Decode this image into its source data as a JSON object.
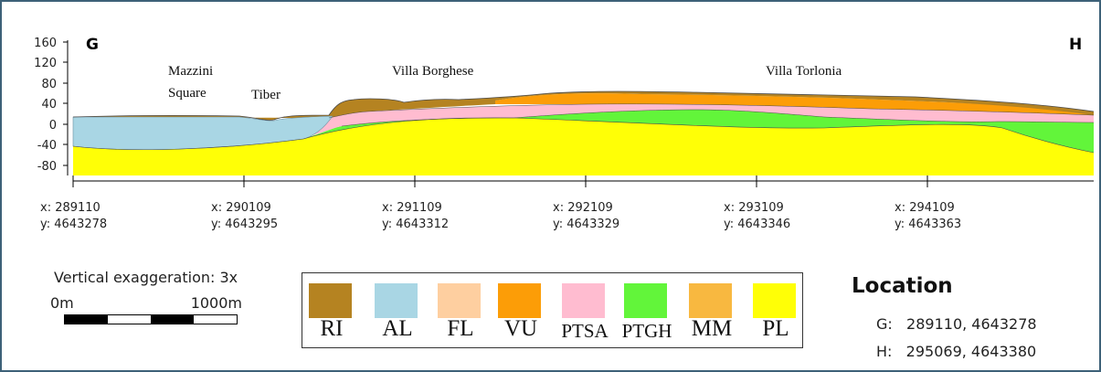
{
  "profile": {
    "start_label": "G",
    "end_label": "H",
    "y_ticks": [
      "160",
      "120",
      "80",
      "40",
      "0",
      "-40",
      "-80"
    ],
    "place_labels": [
      {
        "id": "mazzini",
        "lines": [
          "Mazzini",
          "Square"
        ]
      },
      {
        "id": "tiber",
        "lines": [
          "Tiber"
        ]
      },
      {
        "id": "borghese",
        "lines": [
          "Villa Borghese"
        ]
      },
      {
        "id": "torlonia",
        "lines": [
          "Villa Torlonia"
        ]
      }
    ],
    "coordinate_ticks": [
      {
        "x": "x: 289110",
        "y": "y: 4643278"
      },
      {
        "x": "x: 290109",
        "y": "y: 4643295"
      },
      {
        "x": "x: 291109",
        "y": "y: 4643312"
      },
      {
        "x": "x: 292109",
        "y": "y: 4643329"
      },
      {
        "x": "x: 293109",
        "y": "y: 4643346"
      },
      {
        "x": "x: 294109",
        "y": "y: 4643363"
      }
    ]
  },
  "vertical_exaggeration": "Vertical exaggeration: 3x",
  "scale_bar": {
    "start": "0m",
    "end": "1000m"
  },
  "legend": {
    "units": [
      {
        "code": "RI",
        "color": "#b58321"
      },
      {
        "code": "AL",
        "color": "#a9d6e4"
      },
      {
        "code": "FL",
        "color": "#fecfa0"
      },
      {
        "code": "VU",
        "color": "#fc9d07"
      },
      {
        "code": "PTSA",
        "color": "#ffbcd0"
      },
      {
        "code": "PTGH",
        "color": "#62f53a"
      },
      {
        "code": "MM",
        "color": "#f8b840"
      },
      {
        "code": "PL",
        "color": "#ffff06"
      }
    ]
  },
  "location": {
    "title": "Location",
    "points": [
      {
        "id": "G",
        "text": "G:   289110, 4643278"
      },
      {
        "id": "H",
        "text": "H:   295069, 4643380"
      }
    ]
  }
}
